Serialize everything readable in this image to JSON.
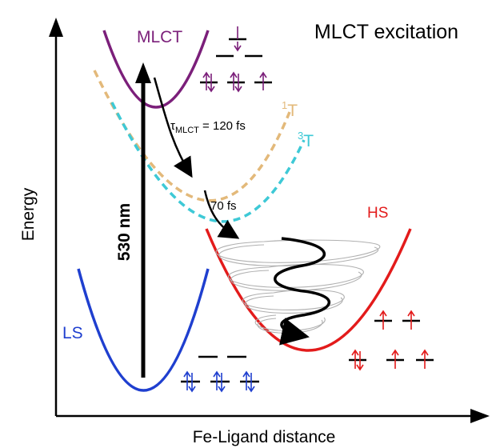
{
  "title": "MLCT excitation",
  "axes": {
    "x_label": "Fe-Ligand distance",
    "y_label": "Energy"
  },
  "states": {
    "mlct": {
      "label": "MLCT",
      "color": "#7b1f7a"
    },
    "singlet_t": {
      "label_sup": "1",
      "label": "T",
      "color": "#e3b97a"
    },
    "triplet_t": {
      "label_sup": "3",
      "label": "T",
      "color": "#3ec9d6"
    },
    "hs": {
      "label": "HS",
      "color": "#e31b1b"
    },
    "ls": {
      "label": "LS",
      "color": "#1f3fcf"
    }
  },
  "transitions": {
    "excitation": {
      "label": "530 nm"
    },
    "mlct_decay": {
      "tau_symbol": "τ",
      "tau_sub": "MLCT",
      "value": " = 120 fs"
    },
    "isc": {
      "label": "70 fs"
    }
  }
}
